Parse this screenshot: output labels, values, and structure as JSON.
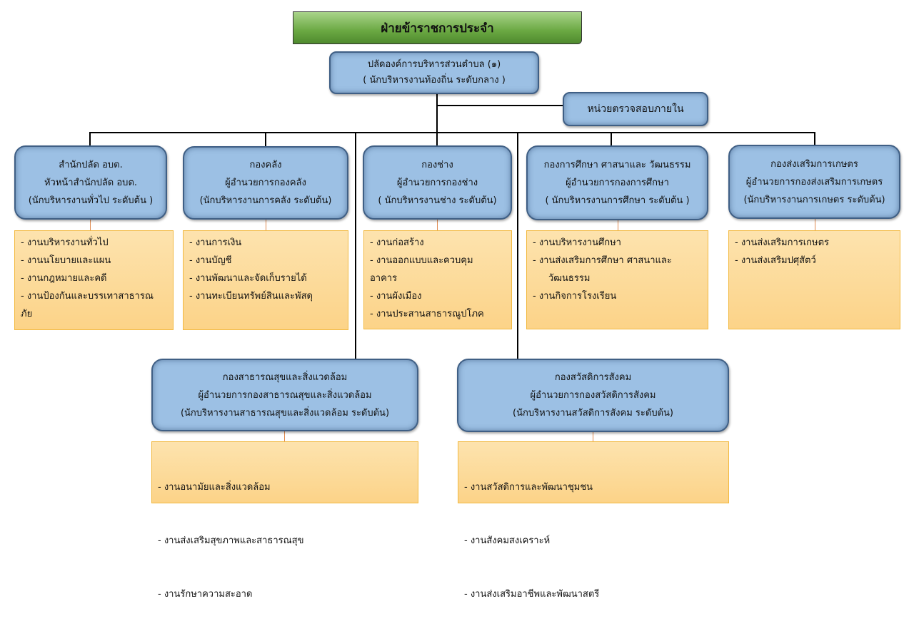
{
  "title": "ฝ่ายข้าราชการประจำ",
  "root": {
    "line1": "ปลัดองค์การบริหารส่วนตำบล (๑)",
    "line2": "( นักบริหารงานท้องถิ่น ระดับกลาง )"
  },
  "audit": "หน่วยตรวจสอบภายใน",
  "departments": [
    {
      "lines": [
        "สำนักปลัด อบต.",
        "หัวหน้าสำนักปลัด อบต.",
        "(นักบริหารงานทั่วไป ระดับต้น )"
      ],
      "tasks": [
        "- งานบริหารงานทั่วไป",
        "- งานนโยบายและแผน",
        "- งานกฎหมายและคดี",
        "- งานป้องกันและบรรเทาสาธารณ",
        "ภัย"
      ]
    },
    {
      "lines": [
        "กองคลัง",
        "ผู้อำนวยการกองคลัง",
        "(นักบริหารงานการคลัง  ระดับต้น)"
      ],
      "tasks": [
        "- งานการเงิน",
        "- งานบัญชี",
        "- งานพัฒนาและจัดเก็บรายได้",
        "- งานทะเบียนทรัพย์สินและพัสดุ"
      ]
    },
    {
      "lines": [
        "กองช่าง",
        "ผู้อำนวยการกองช่าง",
        "( นักบริหารงานช่าง ระดับต้น)"
      ],
      "tasks": [
        "- งานก่อสร้าง",
        "- งานออกแบบและควบคุม",
        "อาคาร",
        "- งานผังเมือง",
        "- งานประสานสาธารณูปโภค"
      ]
    },
    {
      "lines": [
        "กองการศึกษา ศาสนาและ วัฒนธรรม",
        "ผู้อำนวยการกองการศึกษา",
        "( นักบริหารงานการศึกษา ระดับต้น )"
      ],
      "tasks": [
        "-  งานบริหารงานศึกษา",
        "-  งานส่งเสริมการศึกษา ศาสนาและ",
        "     วัฒนธรรม",
        "-  งานกิจการโรงเรียน"
      ]
    },
    {
      "lines": [
        "กองส่งเสริมการเกษตร",
        "ผู้อำนวยการกองส่งเสริมการเกษตร",
        "(นักบริหารงานการเกษตร ระดับต้น)"
      ],
      "tasks": [
        "- งานส่งเสริมการเกษตร",
        "- งานส่งเสริมปศุสัตว์"
      ]
    },
    {
      "lines": [
        "กองสาธารณสุขและสิ่งแวดล้อม",
        "ผู้อำนวยการกองสาธารณสุขและสิ่งแวดล้อม",
        "(นักบริหารงานสาธารณสุขและสิ่งแวดล้อม ระดับต้น)"
      ],
      "tasks": [
        "-  งานอนามัยและสิ่งแวดล้อม",
        "-  งานส่งเสริมสุขภาพและสาธารณสุข",
        "-  งานรักษาความสะอาด"
      ]
    },
    {
      "lines": [
        "กองสวัสดิการสังคม",
        "ผู้อำนวยการกองสวัสดิการสังคม",
        "(นักบริหารงานสวัสดิการสังคม ระดับต้น)"
      ],
      "tasks": [
        "-  งานสวัสดิการและพัฒนาชุมชน",
        "-  งานสังคมสงเคราะห์",
        "-   งานส่งเสริมอาชีพและพัฒนาสตรี"
      ]
    }
  ]
}
